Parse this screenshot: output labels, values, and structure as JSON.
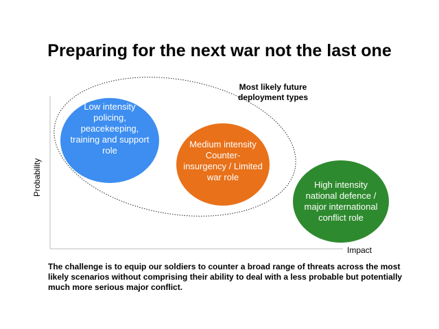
{
  "title": "Preparing for the next war not the last one",
  "likely_label_line1": "Most likely future",
  "likely_label_line2": "deployment types",
  "bubbles": [
    {
      "lines": [
        "Low intensity",
        "policing,",
        "peacekeeping,",
        "training and support",
        "role"
      ],
      "color": "#3d8ef0"
    },
    {
      "lines": [
        "Medium intensity",
        "Counter-",
        "insurgency / Limited",
        "war role"
      ],
      "color": "#e8711a"
    },
    {
      "lines": [
        "High intensity",
        "national defence /",
        "major international",
        "conflict role"
      ],
      "color": "#2e8a2e"
    }
  ],
  "axes": {
    "x_label": "Impact",
    "y_label": "Probability"
  },
  "footer_text": "The challenge is to equip our soldiers to counter a broad range of threats across the most likely scenarios without comprising their ability to deal with a less probable but potentially much more serious major conflict."
}
